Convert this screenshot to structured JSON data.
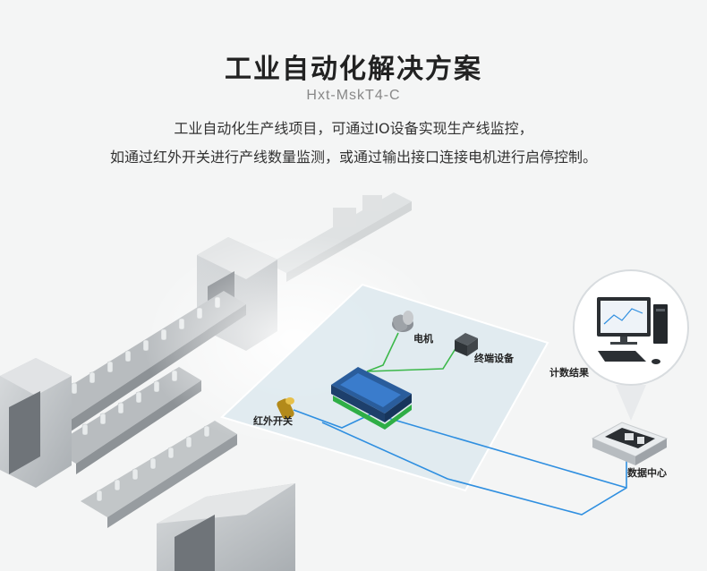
{
  "header": {
    "title": "工业自动化解决方案",
    "model": "Hxt-MskT4-C",
    "desc_line1": "工业自动化生产线项目，可通过IO设备实现生产线监控，",
    "desc_line2": "如通过红外开关进行产线数量监测，或通过输出接口连接电机进行启停控制。"
  },
  "diagram": {
    "motor_label": "电机",
    "terminal_label": "终端设备",
    "infrared_label": "红外开关",
    "result_label": "计数结果",
    "datacenter_label": "数据中心"
  },
  "colors": {
    "accent_line": "#2f8fe0",
    "green_line": "#3cb84a",
    "panel": "#dde9ef"
  }
}
